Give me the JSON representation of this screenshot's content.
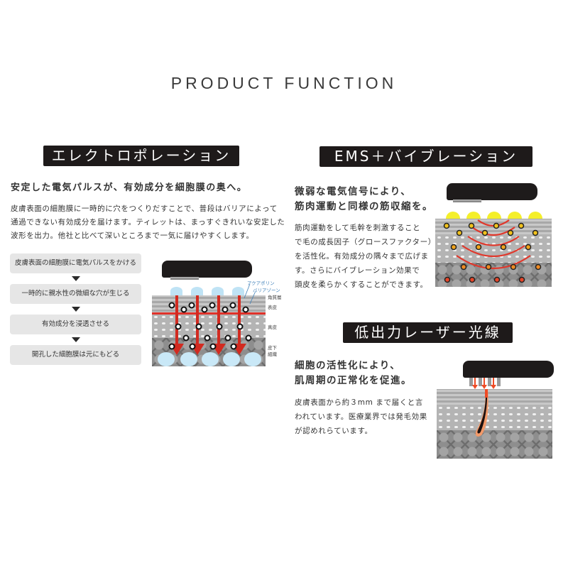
{
  "page": {
    "title": "PRODUCT FUNCTION",
    "background": "#ffffff"
  },
  "electroporation": {
    "heading": "エレクトロポレーション",
    "lead": "安定した電気パルスが、有効成分を細胞膜の奥へ。",
    "body": [
      "皮膚表面の細胞膜に一時的に穴をつくりだすことで、普段はバリアによって",
      "通過できない有効成分を届けます。ティレットは、まっすぐきれいな安定した",
      "波形を出力。他社と比べて深いところまで一気に届けやすくします。"
    ],
    "flow_steps": [
      "皮膚表面の細胞膜に電気パルスをかける",
      "一時的に親水性の微細な穴が生じる",
      "有効成分を浸透させる",
      "開孔した細胞膜は元にもどる"
    ],
    "diagram_labels": {
      "aquaporin": "アクアポリン",
      "barrier_zone": "バリアゾーン",
      "stratum_corneum": "角質層",
      "epidermis": "表皮",
      "dermis": "真皮",
      "subcutaneous_1": "皮下",
      "subcutaneous_2": "組織"
    },
    "colors": {
      "arrow": "#d22a20",
      "barrier_line": "#e0322a",
      "droplet": "#bfe3f5"
    }
  },
  "ems": {
    "heading": "EMS＋バイブレーション",
    "lead": [
      "微弱な電気信号により、",
      "筋肉運動と同様の筋収縮を。"
    ],
    "body": [
      "筋肉運動をして毛幹を刺激すること",
      "で毛の成長因子（グロースファクター）",
      "を活性化。有効成分の隅々まで広げま",
      "す。さらにバイブレーション効果で",
      "頭皮を柔らかくすることができます。"
    ],
    "colors": {
      "pad": "#f4ef2a",
      "wave": "#e0382c",
      "dot_yellow": "#f2c21c",
      "dot_orange": "#ef8a22",
      "dot_red": "#e5462a"
    }
  },
  "laser": {
    "heading": "低出力レーザー光線",
    "lead": [
      "細胞の活性化により、",
      "肌周期の正常化を促進。"
    ],
    "body": [
      "皮膚表面から約３mm まで届くと言",
      "われています。医療業界では発毛効果",
      "が認めれらています。"
    ],
    "colors": {
      "beam": "#ef4b25",
      "follicle": "#f29a6a"
    }
  }
}
